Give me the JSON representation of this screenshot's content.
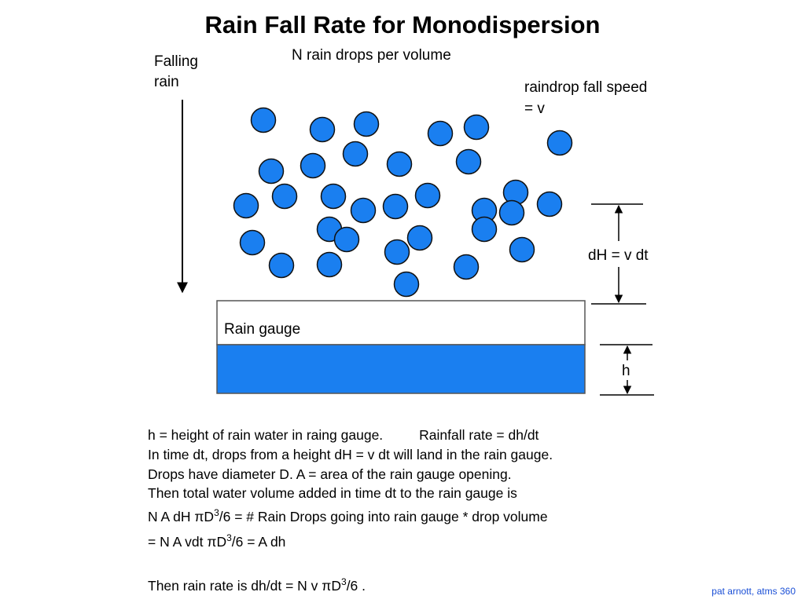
{
  "title": "Rain Fall Rate for Monodispersion",
  "labels": {
    "falling_line1": "Falling",
    "falling_line2": "rain",
    "n_drops": "N rain drops  per volume",
    "fall_speed_line1": "raindrop fall speed",
    "fall_speed_line2": "= v",
    "dH": "dH = v dt",
    "rain_gauge": "Rain gauge",
    "h": "h"
  },
  "text": {
    "line1a": "h = height of rain water in raing gauge.",
    "line1b": "Rainfall rate = dh/dt",
    "line2": "In time dt, drops from a height dH = v dt will land in the rain gauge.",
    "line3": "Drops have diameter D.  A = area of the rain gauge opening.",
    "line4": "Then total water volume added in time dt to the rain gauge is",
    "line5_pre": "N A dH πD",
    "line5_sup": "3",
    "line5_post": "/6 = # Rain Drops going into rain gauge * drop volume",
    "line6_pre": "= N A vdt πD",
    "line6_sup": "3",
    "line6_post": "/6 = A dh",
    "line7_pre": "Then rain rate is dh/dt = N v πD",
    "line7_sup": "3",
    "line7_post": "/6  ."
  },
  "credit": "pat arnott, atms 360",
  "colors": {
    "drop_fill": "#1a7ff0",
    "water_fill": "#1a7ff0",
    "credit": "#1a4fd6"
  }
}
